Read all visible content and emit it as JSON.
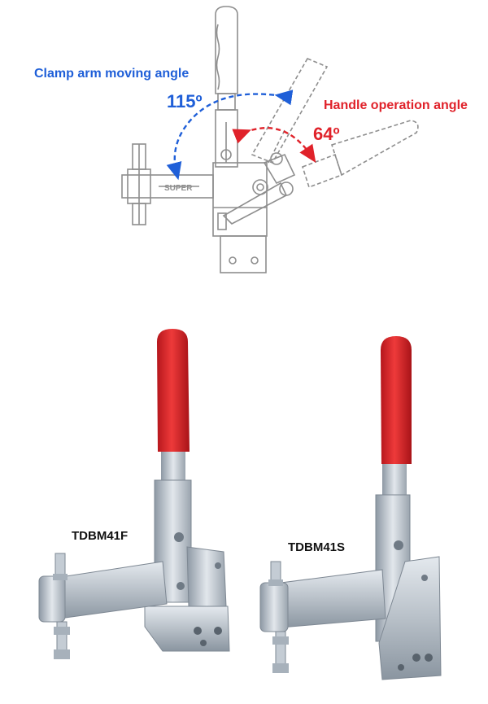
{
  "diagram": {
    "clamp_arm_label": "Clamp arm moving angle",
    "clamp_arm_angle": "115º",
    "handle_label": "Handle operation angle",
    "handle_angle": "64º",
    "brand_mark": "SUPER"
  },
  "products": [
    {
      "model": "TDBM41F"
    },
    {
      "model": "TDBM41S"
    }
  ],
  "colors": {
    "clamp_arm_accent": "#1f5fd8",
    "handle_accent": "#e0222a",
    "grip_red": "#d6262b",
    "steel": "#b8c0c8",
    "outline_gray": "#9a9a9a"
  }
}
